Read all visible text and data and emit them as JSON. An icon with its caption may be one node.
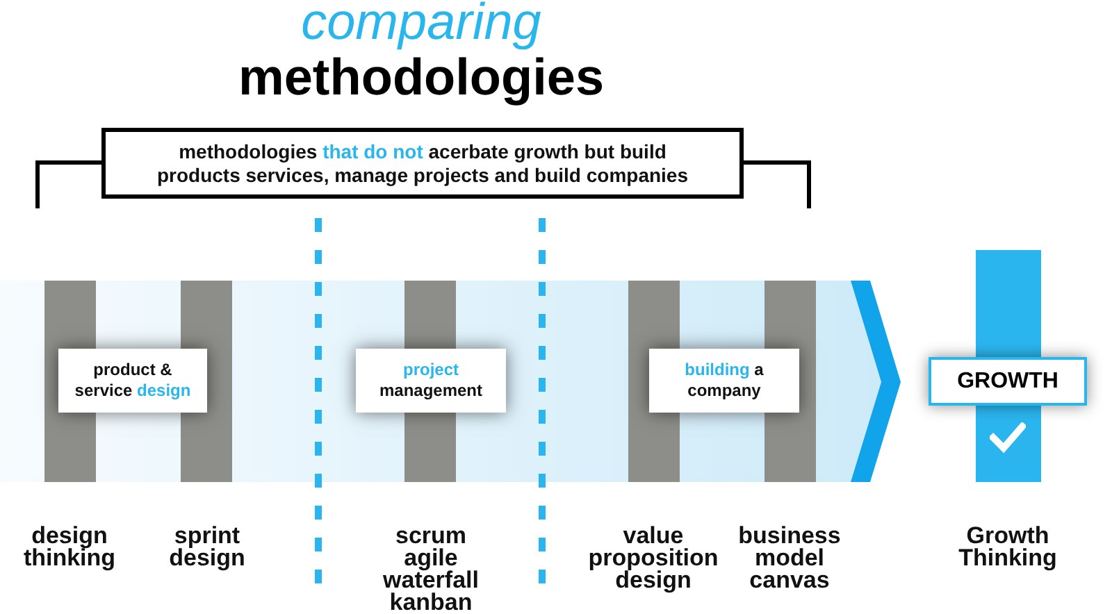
{
  "diagram": {
    "title": "*comparing* methodologies",
    "nodes": [
      {
        "text": [
          "methodologies **that do not** acerbate growth but build products services, manage projects and build companies"
        ]
      },
      {
        "text": [
          "product & service **design**"
        ]
      },
      {
        "text": [
          "**project** management"
        ]
      },
      {
        "text": [
          "**building** a company"
        ]
      },
      {
        "text": [
          "GROWTH"
        ]
      }
    ],
    "labels": [
      "design thinking",
      "sprint design",
      "scrum agile waterfall kanban",
      "value proposition design",
      "business model canvas",
      "Growth Thinking"
    ]
  }
}
